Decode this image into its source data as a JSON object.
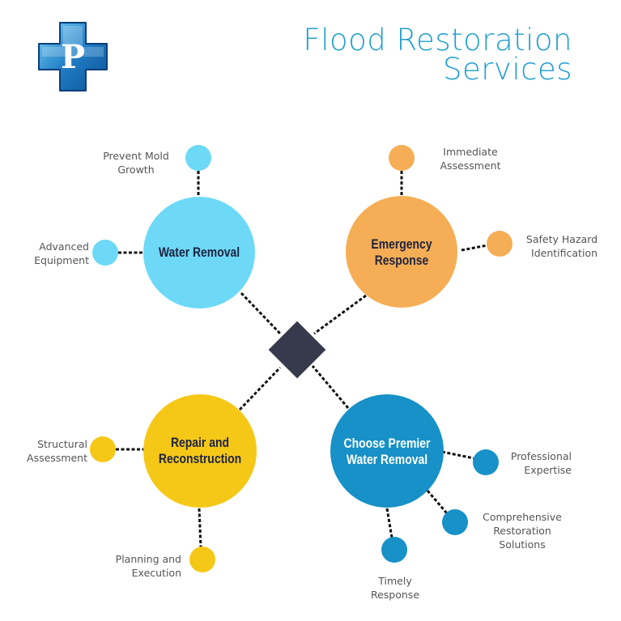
{
  "title": {
    "line1": "Flood Restoration",
    "line2": "Services"
  },
  "logo": {
    "letter": "P",
    "icon": "medical-cross-logo"
  },
  "center": {
    "shape": "diamond",
    "color": "#373a4c"
  },
  "hubs": [
    {
      "id": "water-removal",
      "label": "Water Removal",
      "color": "#6dd9f6",
      "satellites": [
        "Prevent Mold Growth",
        "Advanced Equipment"
      ]
    },
    {
      "id": "emergency-response",
      "label_line1": "Emergency",
      "label_line2": "Response",
      "color": "#f5ae55",
      "satellites": [
        "Immediate Assessment",
        "Safety Hazard Identification"
      ]
    },
    {
      "id": "repair-reconstruction",
      "label_line1": "Repair and",
      "label_line2": "Reconstruction",
      "color": "#f5c818",
      "satellites": [
        "Structural Assessment",
        "Planning and Execution"
      ]
    },
    {
      "id": "choose-premier",
      "label_line1": "Choose Premier",
      "label_line2": "Water Removal",
      "color": "#1791c7",
      "satellites": [
        "Professional Expertise",
        "Comprehensive Restoration Solutions",
        "Timely Response"
      ]
    }
  ],
  "labels": {
    "prevent_mold_1": "Prevent Mold",
    "prevent_mold_2": "Growth",
    "advanced_1": "Advanced",
    "advanced_2": "Equipment",
    "immediate_1": "Immediate",
    "immediate_2": "Assessment",
    "safety_1": "Safety Hazard",
    "safety_2": "Identification",
    "structural_1": "Structural",
    "structural_2": "Assessment",
    "planning_1": "Planning and",
    "planning_2": "Execution",
    "professional_1": "Professional",
    "professional_2": "Expertise",
    "comprehensive_1": "Comprehensive",
    "comprehensive_2": "Restoration",
    "comprehensive_3": "Solutions",
    "timely_1": "Timely",
    "timely_2": "Response"
  }
}
